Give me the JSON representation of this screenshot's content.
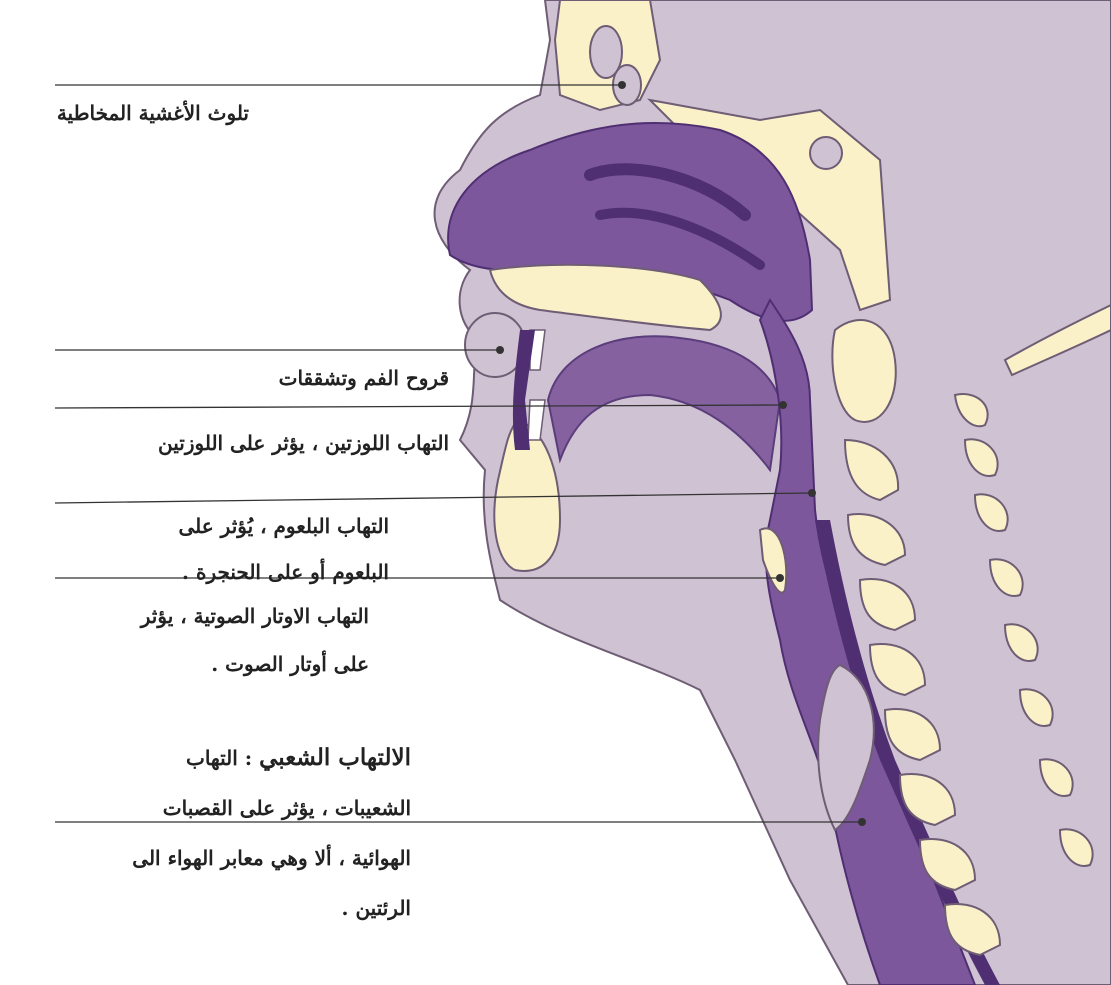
{
  "labels": {
    "mucous_pollution": "تلوث الأغشية المخاطية",
    "mouth_ulcers": "قروح الفم وتشققات",
    "tonsillitis": "التهاب اللوزتين ، يؤثر على اللوزتين",
    "pharyngitis_1": "التهاب البلعوم ، يُؤثر على",
    "pharyngitis_2": "البلعوم أو على الحنجرة .",
    "vocal_cords_1": "التهاب الاوتار الصوتية ، يؤثر",
    "vocal_cords_2": "على أوتار الصوت .",
    "bronchitis_head": "الالتهاب الشعبي",
    "bronchitis_1": " : التهاب",
    "bronchitis_2": "الشعيبات ، يؤثر على القصبات",
    "bronchitis_3": "الهوائية ، ألا وهي معابر الهواء الى",
    "bronchitis_4": "الرئتين ."
  },
  "colors": {
    "tissue": "#cfc2d2",
    "tissue_edge": "#6e5d74",
    "bone": "#fbf1c9",
    "airway": "#7d579b",
    "airway_dark": "#4f2f72",
    "leader_line": "#333333",
    "text": "#222222"
  }
}
